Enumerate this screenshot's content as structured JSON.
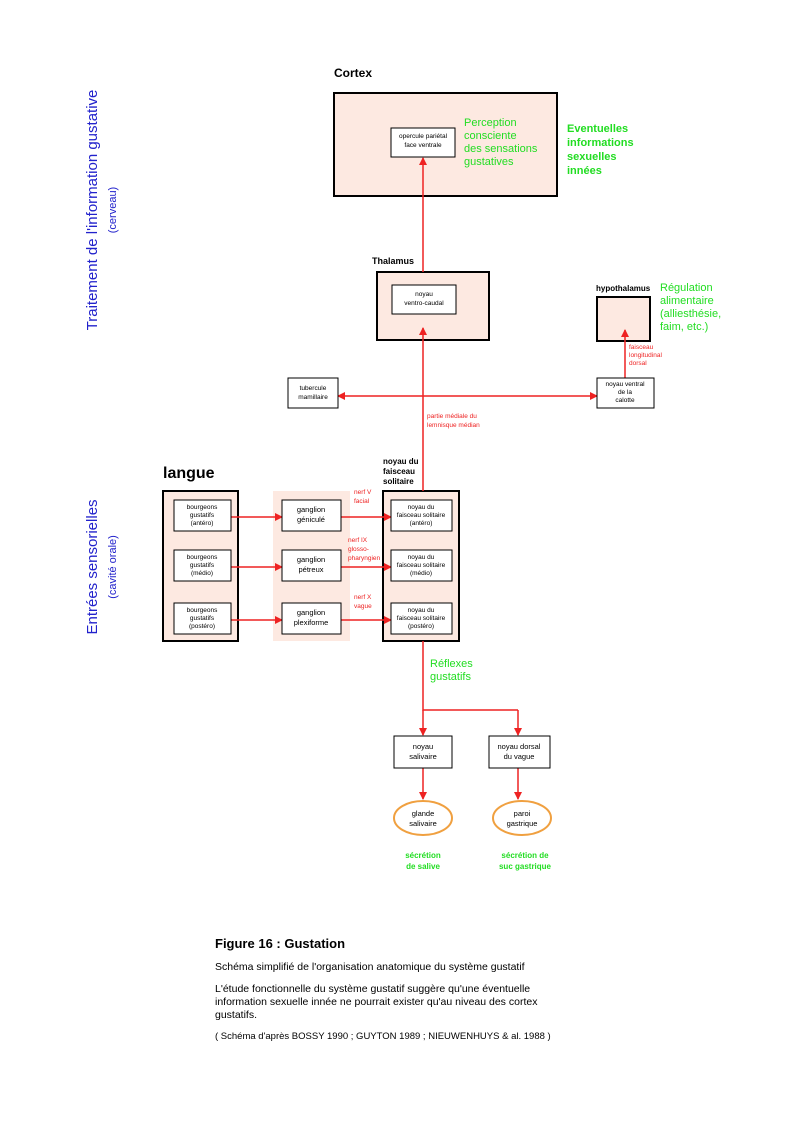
{
  "side_labels": {
    "top_main": "Traitement de l'information gustative",
    "top_sub": "(cerveau)",
    "bottom_main": "Entrées sensorielles",
    "bottom_sub": "(cavité orale)"
  },
  "titles": {
    "cortex": "Cortex",
    "thalamus": "Thalamus",
    "hypothalamus": "hypothalamus",
    "langue": "langue",
    "nts": [
      "noyau du",
      "faisceau",
      "solitaire"
    ]
  },
  "boxes": {
    "opercule": [
      "opercule pariétal",
      "face ventrale"
    ],
    "vc": [
      "noyau",
      "ventro-caudal"
    ],
    "tubercule": [
      "tubercule",
      "mamillaire"
    ],
    "ventral": [
      "noyau ventral",
      "de la",
      "calotte"
    ],
    "bg1": [
      "bourgeons",
      "gustatifs",
      "(antéro)"
    ],
    "bg2": [
      "bourgeons",
      "gustatifs",
      "(médio)"
    ],
    "bg3": [
      "bourgeons",
      "gustatifs",
      "(postéro)"
    ],
    "gg1": [
      "ganglion",
      "géniculé"
    ],
    "gg2": [
      "ganglion",
      "pétreux"
    ],
    "gg3": [
      "ganglion",
      "plexiforme"
    ],
    "nfs1": [
      "noyau du",
      "faisceau solitaire",
      "(antéro)"
    ],
    "nfs2": [
      "noyau du",
      "faisceau solitaire",
      "(médio)"
    ],
    "nfs3": [
      "noyau du",
      "faisceau solitaire",
      "(postéro)"
    ],
    "salivaire": [
      "noyau",
      "salivaire"
    ],
    "dorsal": [
      "noyau dorsal",
      "du vague"
    ],
    "glande": [
      "glande",
      "salivaire"
    ],
    "paroi": [
      "paroi",
      "gastrique"
    ]
  },
  "green_texts": {
    "perception": [
      "Perception",
      "consciente",
      "des sensations",
      "gustatives"
    ],
    "eventuelles": [
      "Eventuelles",
      "informations",
      "sexuelles",
      "innées"
    ],
    "regulation": [
      "Régulation",
      "alimentaire",
      "(alliesthésie,",
      "faim, etc.)"
    ],
    "reflexes": [
      "Réflexes",
      "gustatifs"
    ],
    "secretion_salive": [
      "sécrétion",
      "de salive"
    ],
    "secretion_gastrique": [
      "sécrétion de",
      "suc gastrique"
    ]
  },
  "red_labels": {
    "lemnisque": [
      "partie médiale du",
      "lemnisque médian"
    ],
    "faisceau_long": [
      "faisceau",
      "longitudinal",
      "dorsal"
    ],
    "nerf_v": [
      "nerf V",
      "facial"
    ],
    "nerf_ix": [
      "nerf IX",
      "glosso-",
      "pharyngien"
    ],
    "nerf_x": [
      "nerf X",
      "vague"
    ]
  },
  "caption": {
    "title": "Figure 16 : Gustation",
    "line1": "Schéma simplifié de l'organisation anatomique du système gustatif",
    "line2": "L'étude fonctionnelle du système gustatif suggère qu'une éventuelle information sexuelle innée ne pourrait exister qu'au niveau des cortex gustatifs.",
    "source": "( Schéma d'après BOSSY 1990 ; GUYTON 1989 ; NIEUWENHUYS & al. 1988 )"
  },
  "colors": {
    "blue": "#2222cc",
    "green": "#22dd22",
    "red": "#ee2222",
    "fill": "#fde9e1",
    "orange": "#f0a040"
  }
}
